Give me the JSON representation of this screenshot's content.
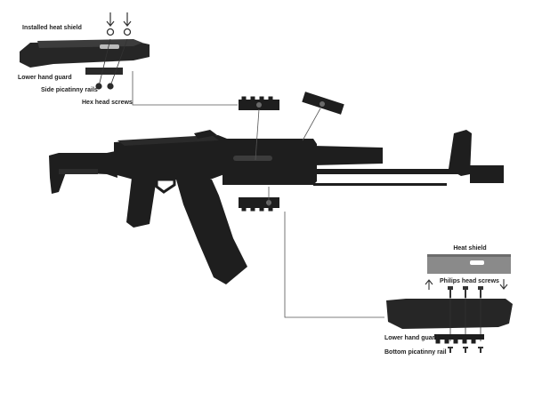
{
  "diagram": {
    "top_left_inset": {
      "installed_heat_shield": "Installed heat shield",
      "lower_hand_guard": "Lower hand guard",
      "side_picatinny_rails": "Side picatinny rails",
      "hex_head_screws": "Hex head screws"
    },
    "bottom_right_inset": {
      "heat_shield": "Heat shield",
      "philips_head_screws": "Philips head screws",
      "lower_hand_guard": "Lower hand guard",
      "bottom_picatinny_rail": "Bottom picatinny rail"
    }
  },
  "colors": {
    "part_dark": "#1e1e1e",
    "part_mid": "#3a3a3a",
    "shield_gray": "#8a8a8a",
    "leader_line": "#555555",
    "label_text": "#222222",
    "background": "#ffffff"
  }
}
